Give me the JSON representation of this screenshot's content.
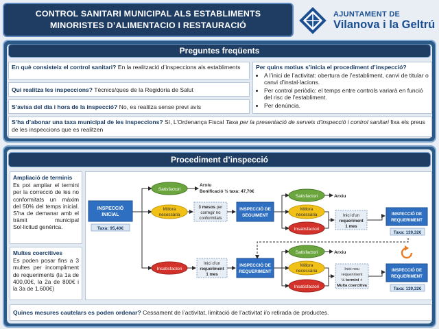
{
  "header": {
    "title_line1": "CONTROL SANITARI MUNICIPAL ALS ESTABLIMENTS",
    "title_line2": "MINORISTES D’ALIMENTACIO I RESTAURACIÓ"
  },
  "logo": {
    "line1": "AJUNTAMENT DE",
    "line2": "Vilanova i la Geltrú",
    "icon": "vilanova-shield-icon"
  },
  "faq": {
    "title": "Preguntes freqüents",
    "q1": {
      "q": "En què consisteix el control sanitari?",
      "a": " En la realització d’inspeccions als establiments"
    },
    "q2": {
      "q": "Qui realitza les inspeccions?",
      "a": " Tècnics/ques de la Regidoria de Salut"
    },
    "q3": {
      "q": "S’avisa del dia i hora de la inspecció?",
      "a": " No, es realitza sense previ avís"
    },
    "q4": {
      "q": "Per quins motius s’inicia el procediment d’inspecció?",
      "items": [
        "A l’inici de l’activitat: obertura de l’establiment, canvi de titular o canvi d’instal·lacions.",
        "Per control periòdic: el temps entre controls variarà en funció del risc de l’establiment.",
        "Per denúncia."
      ]
    },
    "q5": {
      "q": "S’ha d’abonar una taxa municipal de les inspeccions?",
      "a1": " Sí, L’Ordenança Fiscal ",
      "a_em": "Taxa per la presentació de serveis d’inspecció i control sanitari",
      "a2": " fixa els preus de les inspeccions que es realitzen"
    }
  },
  "procedure": {
    "title": "Procediment d’inspecció",
    "ampliacio": {
      "title": "Ampliació de terminis",
      "text": "Es pot ampliar el termini per la correcció de les no conformitats un màxim del 50% del temps inicial. S’ha de demanar amb el tràmit municipal Sol·licitud genèrica."
    },
    "multes": {
      "title": "Multes coercitives",
      "text": "Es poden posar fins a 3 multes per incompliment de requeriments (la 1a de 400,00€, la 2a de 800€ i la 3a de 1.600€)"
    },
    "diagram": {
      "inspeccio_inicial_1": "INSPECCIÓ",
      "inspeccio_inicial_2": "INICIAL",
      "taxa_inicial": "Taxa: 95,40€",
      "satisfactori": "Satisfactori",
      "millora_1": "Millora",
      "millora_2": "necessària",
      "insatisfactori": "Insatisfactori",
      "arxiu": "Arxiu",
      "bonificacio": "Bonificació ½ taxa: 47,70€",
      "tres_mesos_1": "3 mesos",
      "tres_mesos_1b": " per",
      "tres_mesos_2": "corregir no",
      "tres_mesos_3": "conformitats",
      "seguiment_1": "INSPECCIÓ DE",
      "seguiment_2": "SEGUIMENT",
      "requeriment_1": "INSPECCIÓ DE",
      "requeriment_2": "REQUERIMENT",
      "inici_1": "Inici d’un",
      "inici_2": "requeriment",
      "inici_3": "1 mes",
      "inici_nou_1": "Inici nou",
      "inici_nou_2": "requeriment",
      "inici_nou_3": "½ termini +",
      "inici_nou_4": "Multa coercitiva",
      "taxa_requeriment": "Taxa: 139,32€"
    },
    "bottom": {
      "q": "Quines mesures cautelars es poden ordenar?",
      "a": " Cessament de l’activitat, limitació de l’activitat i/o retirada de productes."
    }
  },
  "colors": {
    "navy": "#1f3d63",
    "blue_box": "#2f6fc1",
    "green": "#6aa53e",
    "yellow": "#f2c118",
    "red": "#d3322b",
    "orange_cycle": "#e87a22"
  }
}
